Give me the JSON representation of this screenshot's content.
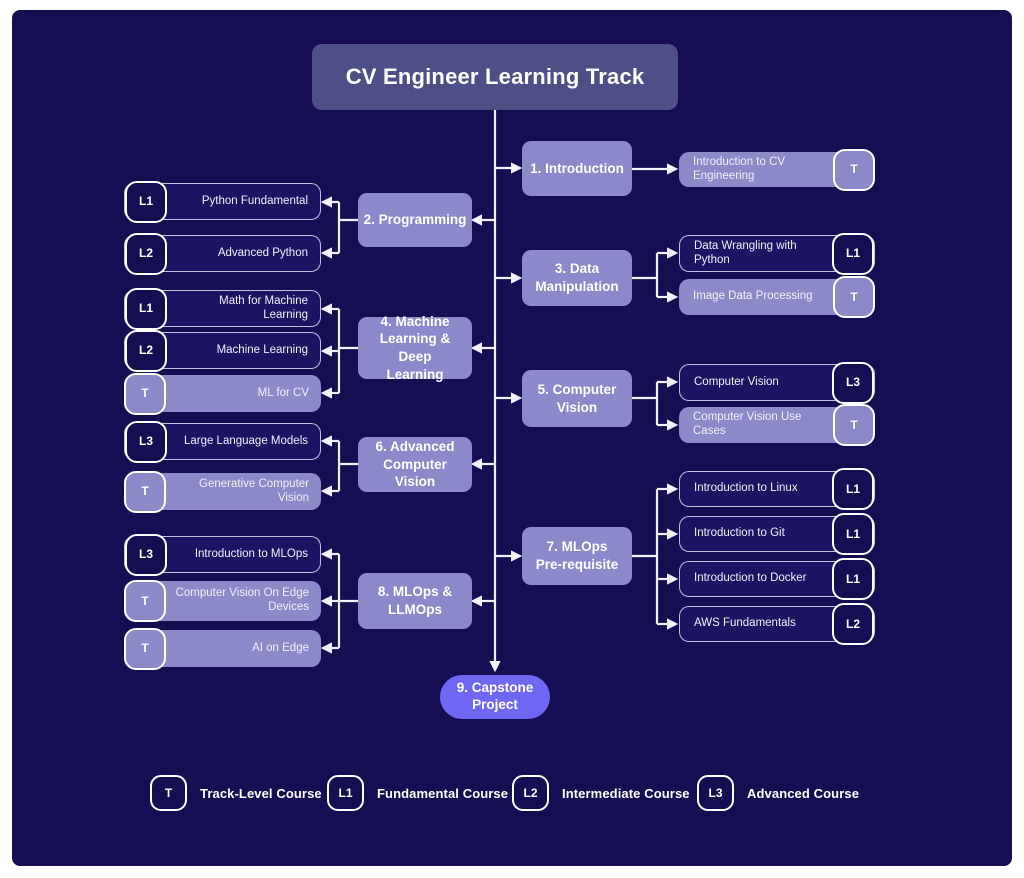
{
  "page": {
    "title": "CV Engineer Learning Track"
  },
  "colors": {
    "background": "#150E53",
    "title_box": "#4F4F88",
    "stage_box": "#8B89C9",
    "track_course_fill": "#8C89C9",
    "dark_course_fill": "#1C1362",
    "capstone_fill": "#6F66F3",
    "connector": "#F3F2FB",
    "text": "#FFFFFF"
  },
  "capstone": {
    "label": "9. Capstone\nProject"
  },
  "right_groups": [
    {
      "stage": "1. Introduction",
      "courses": [
        {
          "badge": "T",
          "label": "Introduction to CV Engineering"
        }
      ]
    },
    {
      "stage": "3. Data\nManipulation",
      "courses": [
        {
          "badge": "L1",
          "label": "Data Wrangling with Python"
        },
        {
          "badge": "T",
          "label": "Image Data Processing"
        }
      ]
    },
    {
      "stage": "5. Computer\nVision",
      "courses": [
        {
          "badge": "L3",
          "label": "Computer Vision"
        },
        {
          "badge": "T",
          "label": "Computer Vision Use Cases"
        }
      ]
    },
    {
      "stage": "7. MLOps\nPre-requisite",
      "courses": [
        {
          "badge": "L1",
          "label": "Introduction to Linux"
        },
        {
          "badge": "L1",
          "label": "Introduction to Git"
        },
        {
          "badge": "L1",
          "label": "Introduction to Docker"
        },
        {
          "badge": "L2",
          "label": "AWS Fundamentals"
        }
      ]
    }
  ],
  "left_groups": [
    {
      "stage": "2. Programming",
      "courses": [
        {
          "badge": "L1",
          "label": "Python Fundamental"
        },
        {
          "badge": "L2",
          "label": "Advanced Python"
        }
      ]
    },
    {
      "stage": "4. Machine\nLearning & Deep\nLearning",
      "courses": [
        {
          "badge": "L1",
          "label": "Math for Machine Learning"
        },
        {
          "badge": "L2",
          "label": "Machine Learning"
        },
        {
          "badge": "T",
          "label": "ML for CV"
        }
      ]
    },
    {
      "stage": "6. Advanced\nComputer Vision",
      "courses": [
        {
          "badge": "L3",
          "label": "Large Language Models"
        },
        {
          "badge": "T",
          "label": "Generative Computer Vision"
        }
      ]
    },
    {
      "stage": "8. MLOps &\nLLMOps",
      "courses": [
        {
          "badge": "L3",
          "label": "Introduction to MLOps"
        },
        {
          "badge": "T",
          "label": "Computer Vision On Edge\nDevices"
        },
        {
          "badge": "T",
          "label": "AI on Edge"
        }
      ]
    }
  ],
  "legend": [
    {
      "badge": "T",
      "label": "Track-Level Course"
    },
    {
      "badge": "L1",
      "label": "Fundamental Course"
    },
    {
      "badge": "L2",
      "label": "Intermediate Course"
    },
    {
      "badge": "L3",
      "label": "Advanced Course"
    }
  ]
}
